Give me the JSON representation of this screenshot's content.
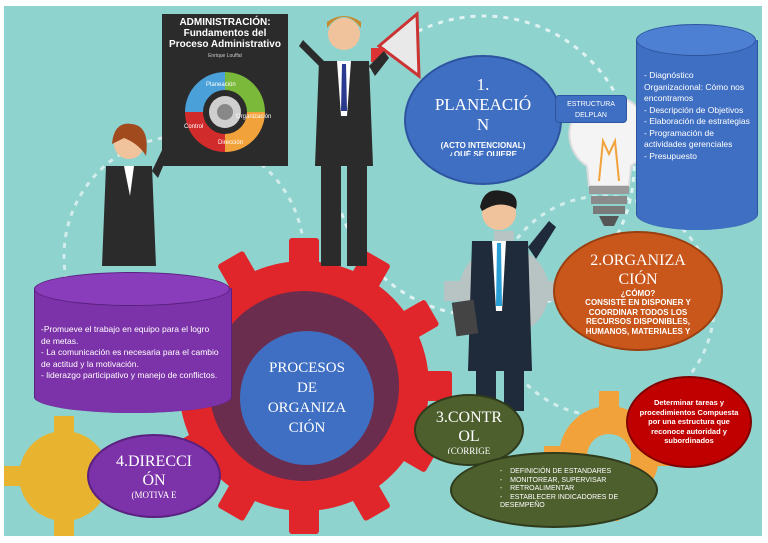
{
  "book": {
    "title_line1": "ADMINISTRACIÓN:",
    "title_line2": "Fundamentos del",
    "title_line3": "Proceso Administrativo",
    "author": "Enrique Louffat",
    "cycle": [
      "Planeación",
      "Organización",
      "Dirección",
      "Control"
    ]
  },
  "planeacion": {
    "number": "1.",
    "title_a": "PLANEACIÓ",
    "title_b": "N",
    "subtitle": "(ACTO INTENCIONAL)",
    "cut_text": "¿QUÉ SE QUIERE"
  },
  "estructura_label": {
    "line1": "ESTRUCTURA",
    "line2": "DELPLAN"
  },
  "plan_cylinder": {
    "items": [
      "- Diagnóstico Organizacional: Cómo nos encontramos",
      "- Descripción de Objetivos",
      "- Elaboración de estrategias",
      "- Programación de actividades gerenciales",
      "- Presupuesto"
    ]
  },
  "organizacion": {
    "title_a": "2.ORGANIZA",
    "title_b": "CIÓN",
    "question": "¿CÓMO?",
    "body": "CONSISTE EN DISPONER Y COORDINAR TODOS LOS RECURSOS DISPONIBLES, HUMANOS, MATERIALES Y"
  },
  "tareas": {
    "text": "Determinar tareas y procedimientos Compuesta por una estructura que reconoce autoridad y subordinados"
  },
  "direccion_cylinder": {
    "items": [
      "-Promueve el trabajo en equipo para el logro de metas.",
      "- La comunicación es necesaria para el cambio de actitud y la motivación.",
      "-  liderazgo participativo y manejo de conflictos."
    ]
  },
  "procesos": {
    "line1": "PROCESOS",
    "line2": "DE",
    "line3": "ORGANIZA",
    "line4": "CIÓN"
  },
  "control": {
    "title_a": "3.CONTR",
    "title_b": "OL",
    "sub": "(CORRIGE"
  },
  "control_list": {
    "items": [
      "DEFINICIÓN DE ESTANDARES",
      "MONITOREAR, SUPERVISAR",
      "RETROALIMENTAR",
      "ESTABLECER INDICADORES DE DESEMPEÑO"
    ]
  },
  "direccion": {
    "title_a": "4.DIRECCI",
    "title_b": "ÓN",
    "sub": "(MOTIVA E"
  },
  "colors": {
    "background": "#8fd3cf",
    "gear_red": "#e0262b",
    "blue": "#3f6fc2",
    "purple": "#7c32a8",
    "orange": "#c9561a",
    "dark_red": "#c00000",
    "olive": "#4e5f2e",
    "plum": "#6a2d4e"
  }
}
